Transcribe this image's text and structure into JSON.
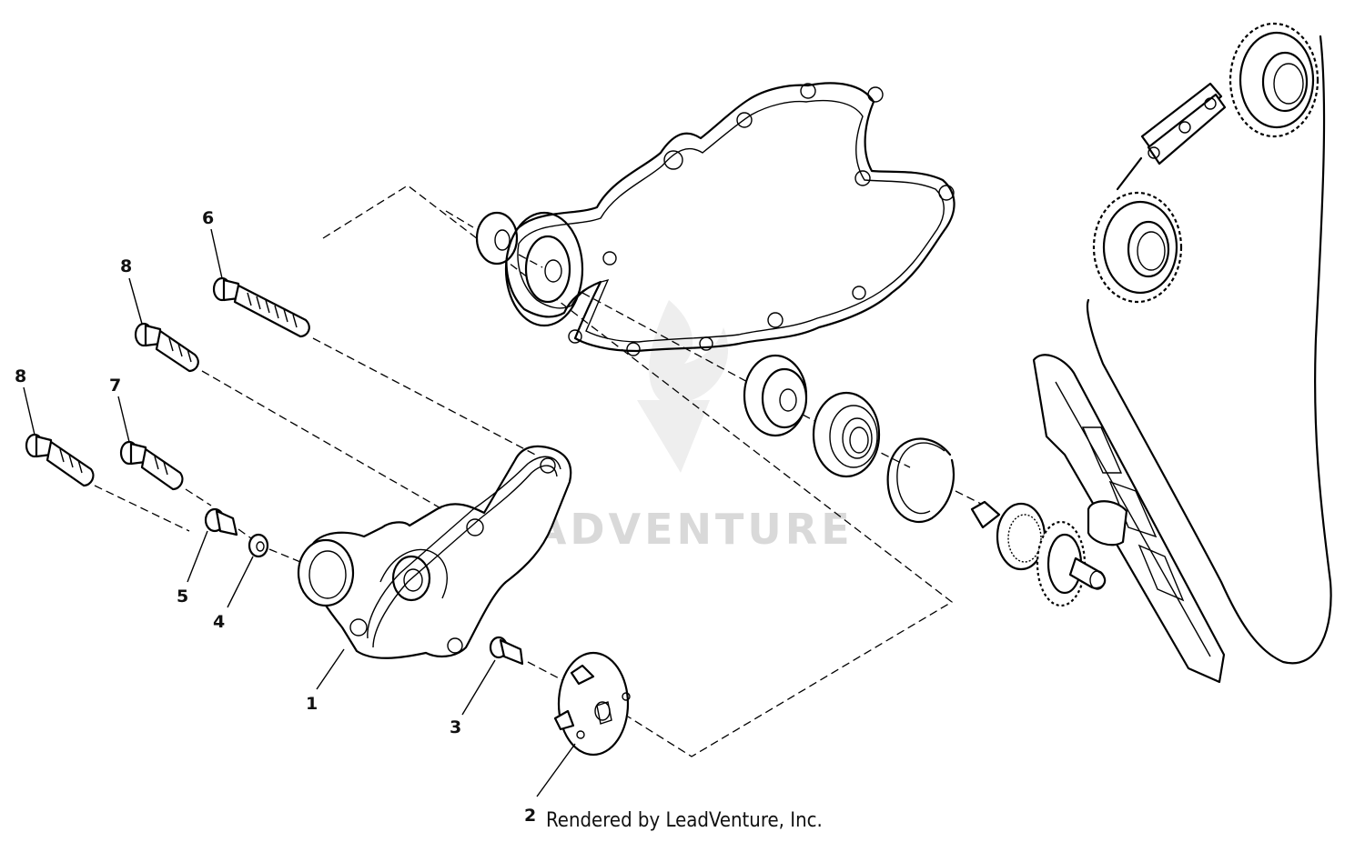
{
  "callouts": {
    "c1": "1",
    "c2": "2",
    "c3": "3",
    "c4": "4",
    "c5": "5",
    "c6": "6",
    "c7": "7",
    "c8a": "8",
    "c8b": "8"
  },
  "watermark": "LEADVENTURE",
  "credit": "Rendered by LeadVenture, Inc."
}
